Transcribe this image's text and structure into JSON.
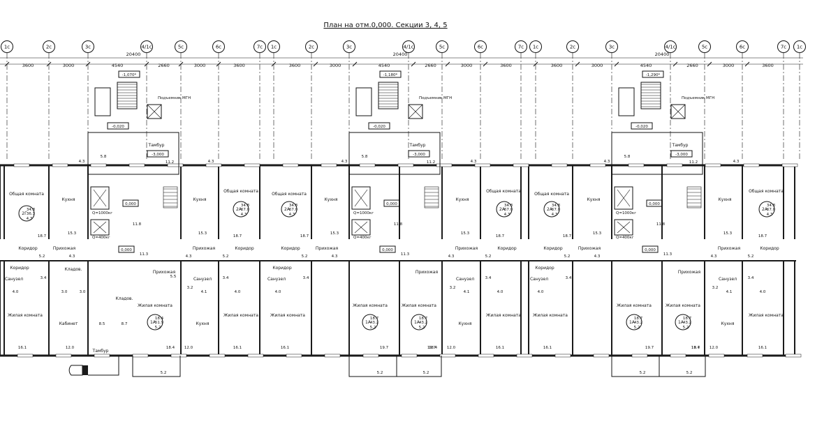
{
  "title": "План на отм.0,000. Секции 3, 4, 5",
  "axes": [
    "1с",
    "2с",
    "3с",
    "4/1с",
    "5с",
    "6с",
    "7с",
    "1с",
    "2с",
    "3с",
    "4/1с",
    "5с",
    "6с",
    "7с",
    "1с",
    "2с",
    "3с",
    "4/1с",
    "5с",
    "6с",
    "7с",
    "1с"
  ],
  "dims": {
    "overall": "20400",
    "spans": [
      "3600",
      "3000",
      "4540",
      "2660",
      "3000",
      "3600"
    ]
  },
  "sections": [
    {
      "entry_level": "-1,070*"
    },
    {
      "entry_level": "-1,180*"
    },
    {
      "entry_level": "-1,290*"
    }
  ],
  "labels": {
    "lift": "Подъемник МГН",
    "vestibule": "Тамбур",
    "level_stair": "-0,020",
    "level_vestibule": "-3,000",
    "level_floor": "0,000",
    "lift_big": "Q=1000кг",
    "lift_small": "Q=400кг",
    "living_common": "Общая комната",
    "kitchen": "Кухня",
    "corridor": "Коридор",
    "hall": "Прихожая",
    "bath": "Санузел",
    "pantry": "Кладов.",
    "living": "Жилая комната",
    "cabinet": "Кабинет",
    "entry_vest": "Тамбур"
  },
  "apartments": {
    "top_1": {
      "type": "2Г",
      "area_1": "34.8",
      "area_2": "36.3",
      "area_3": "4.3"
    },
    "top_2": {
      "type": "2А",
      "area_1": "34.8",
      "area_2": "67.0",
      "area_3": "4.3"
    },
    "bottom_1": {
      "type": "1А",
      "area_1": "18.4",
      "area_2": "51.9",
      "area_3": "5.2"
    },
    "bottom_2": {
      "type": "1А",
      "area_1": "18.7",
      "area_2": "43.2",
      "area_3": "5.2"
    }
  },
  "room_areas": {
    "a43": "4.3",
    "a52": "5.2",
    "a58": "5.8",
    "a112": "11.2",
    "a118": "11.8",
    "a113": "11.3",
    "a187": "18.7",
    "a153": "15.3",
    "a40": "4.0",
    "a34": "3.4",
    "a30": "3.0",
    "a85": "8.5",
    "a87": "8.7",
    "a55": "5.5",
    "a32": "3.2",
    "a41": "4.1",
    "a161": "16.1",
    "a120": "12.0",
    "a184": "18.4",
    "a197": "19.7"
  }
}
